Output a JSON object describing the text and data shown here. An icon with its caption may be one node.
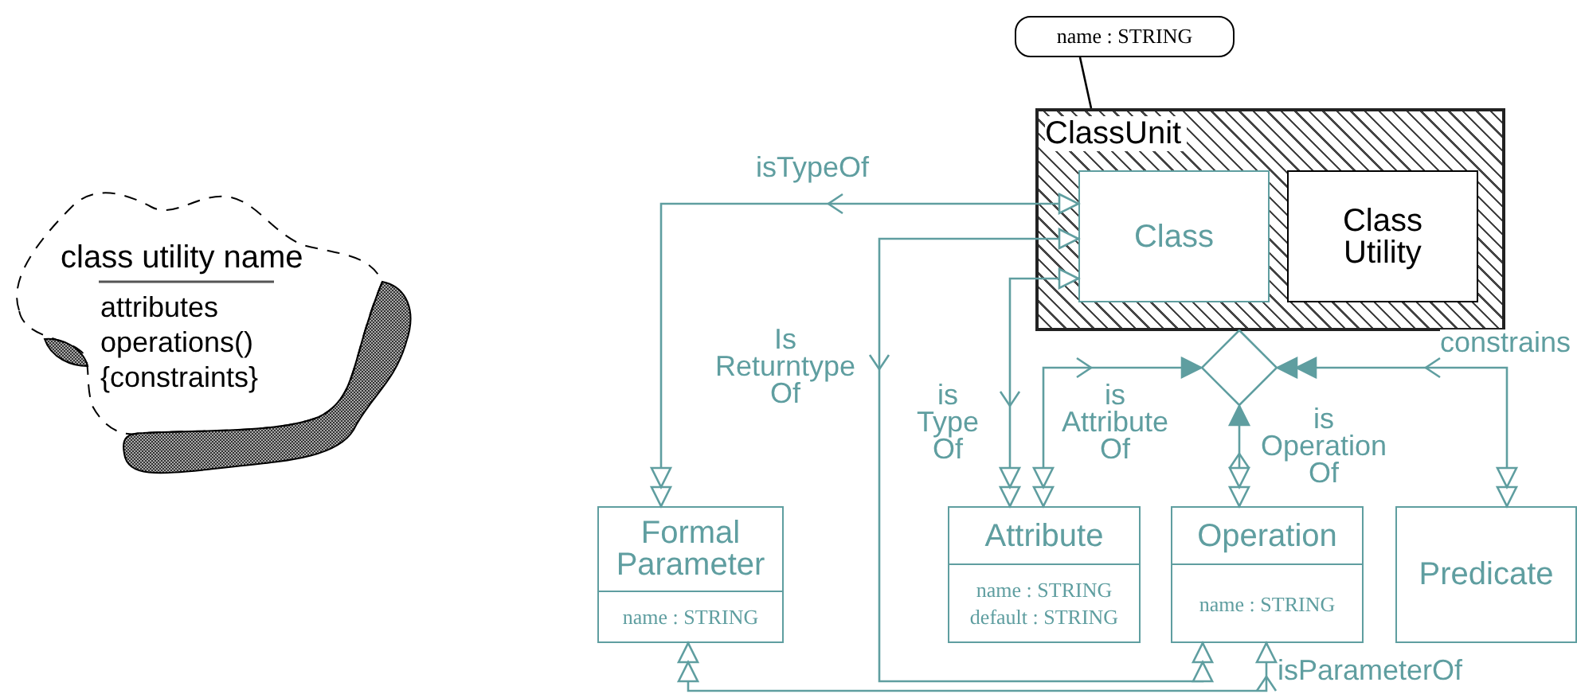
{
  "diagram": {
    "nodes": [
      {
        "text": [
          "class utility name",
          "attributes",
          "operations()",
          "{constraints}"
        ]
      },
      {
        "text": [
          "name : STRING"
        ]
      },
      {
        "text": [
          "ClassUnit"
        ]
      },
      {
        "text": [
          "Class"
        ],
        "in": 2
      },
      {
        "text": [
          "Class Utility"
        ],
        "in": 2
      },
      {
        "text": [
          "Formal Parameter",
          "name : STRING"
        ]
      },
      {
        "text": [
          "Attribute",
          "name : STRING",
          "default : STRING"
        ]
      },
      {
        "text": [
          "Operation",
          "name : STRING"
        ]
      },
      {
        "text": [
          "Predicate"
        ]
      },
      {
        "text": [],
        "shape": "diamond"
      }
    ],
    "edges": [
      {
        "from": 3,
        "to": 5,
        "arrow": "both",
        "label": "isTypeOf"
      },
      {
        "from": 3,
        "to": 7,
        "arrow": "both",
        "label": "Is Returntype Of"
      },
      {
        "from": 3,
        "to": 6,
        "arrow": "both",
        "label": "is Type Of"
      },
      {
        "from": 6,
        "to": 9,
        "arrow": "both",
        "label": "is Attribute Of"
      },
      {
        "from": 7,
        "to": 9,
        "arrow": "both",
        "label": "is Operation Of"
      },
      {
        "from": 8,
        "to": 9,
        "arrow": "both",
        "label": "constrains"
      },
      {
        "from": 5,
        "to": 7,
        "arrow": "both",
        "label": "isParameterOf"
      },
      {
        "from": 1,
        "to": 2,
        "arrow": "none",
        "color": "#000000"
      }
    ]
  }
}
